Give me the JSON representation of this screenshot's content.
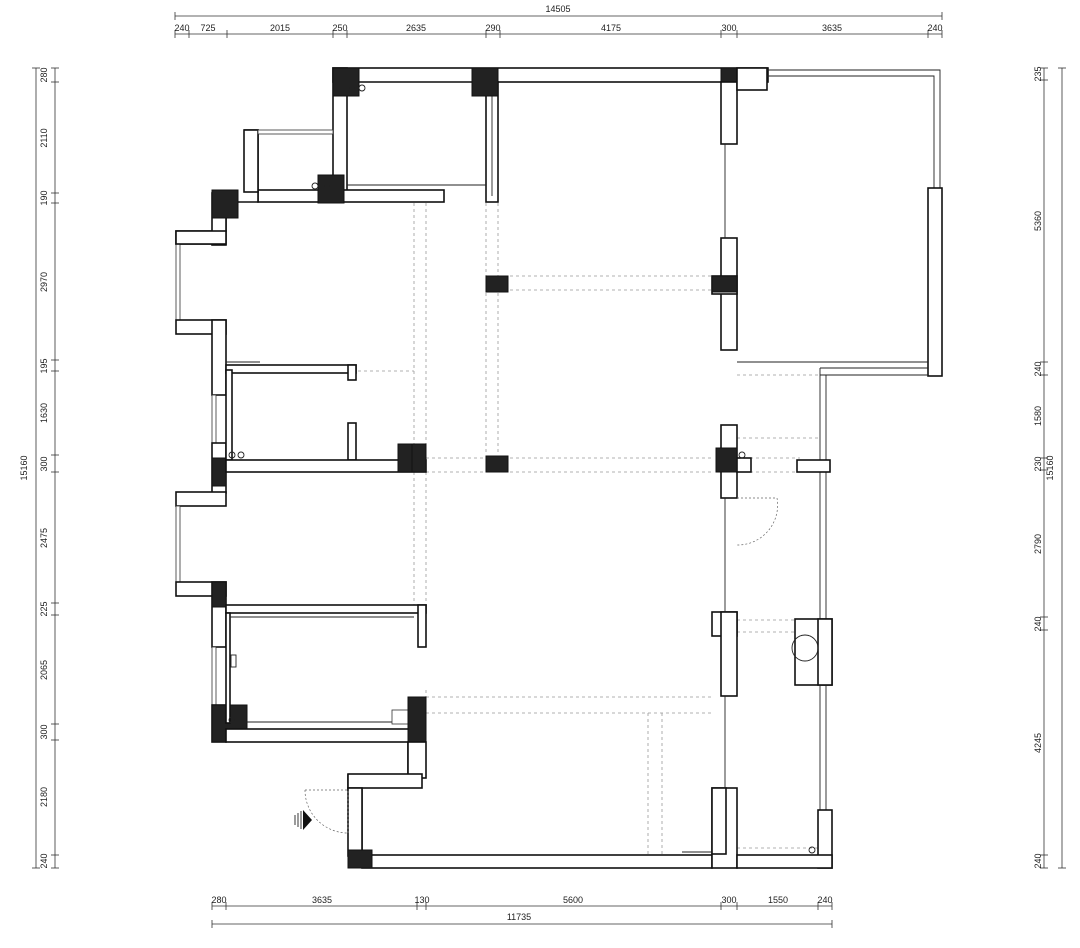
{
  "dimensions": {
    "top_total": "14505",
    "top_segments": [
      "240",
      "725",
      "2015",
      "250",
      "2635",
      "290",
      "4175",
      "300",
      "3635",
      "240"
    ],
    "bottom_segments": [
      "280",
      "3635",
      "130",
      "5600",
      "300",
      "1550",
      "240"
    ],
    "bottom_total": "11735",
    "left_total": "15160",
    "left_segments": [
      "280",
      "2110",
      "190",
      "2970",
      "195",
      "1630",
      "300",
      "2475",
      "225",
      "2065",
      "300",
      "2180",
      "240"
    ],
    "right_total": "15160",
    "right_segments": [
      "235",
      "5360",
      "240",
      "1580",
      "230",
      "2790",
      "240",
      "4245",
      "240"
    ]
  },
  "icons": {
    "entry": "entry-arrow-icon"
  }
}
